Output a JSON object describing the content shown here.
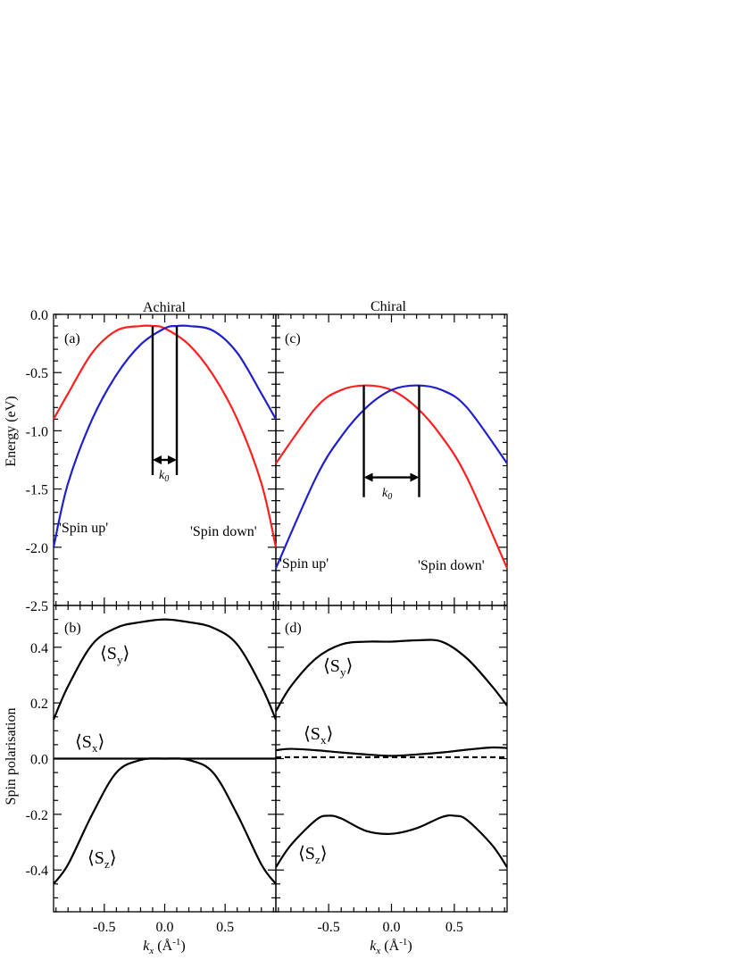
{
  "figure": {
    "col_titles": [
      "Achiral",
      "Chiral"
    ]
  },
  "chart_data": [
    {
      "panel": "(a)",
      "type": "line",
      "ylabel": "Energy (eV)",
      "xlim": [
        -0.92,
        0.92
      ],
      "ylim": [
        -2.5,
        0.0
      ],
      "yticks": [
        0.0,
        -0.5,
        -1.0,
        -1.5,
        -2.0,
        -2.5
      ],
      "ytick_labels": [
        "0.0",
        "-0.5",
        "-1.0",
        "-1.5",
        "-2.0",
        "-2.5"
      ],
      "series": [
        {
          "color": "#ff1f1f",
          "x": [
            -0.92,
            -0.8,
            -0.6,
            -0.4,
            -0.2,
            -0.1,
            0.0,
            0.2,
            0.4,
            0.6,
            0.8,
            0.92
          ],
          "y": [
            -0.9,
            -0.68,
            -0.33,
            -0.14,
            -0.1,
            -0.1,
            -0.12,
            -0.26,
            -0.52,
            -0.9,
            -1.45,
            -2.0
          ]
        },
        {
          "color": "#1f1fcc",
          "x": [
            -0.92,
            -0.8,
            -0.6,
            -0.4,
            -0.2,
            0.0,
            0.1,
            0.2,
            0.4,
            0.6,
            0.8,
            0.92
          ],
          "y": [
            -2.0,
            -1.45,
            -0.9,
            -0.52,
            -0.26,
            -0.12,
            -0.1,
            -0.1,
            -0.14,
            -0.33,
            -0.68,
            -0.9
          ]
        }
      ],
      "k0_markers": {
        "x": [
          -0.1,
          0.1
        ],
        "arrow_y": -1.25,
        "bottom_y": -1.38,
        "label": "k0"
      },
      "annotations": [
        "'Spin up'",
        "'Spin down'"
      ]
    },
    {
      "panel": "(c)",
      "type": "line",
      "xlim": [
        -0.92,
        0.92
      ],
      "ylim": [
        -2.5,
        0.0
      ],
      "series": [
        {
          "color": "#ff1f1f",
          "x": [
            -0.92,
            -0.6,
            -0.4,
            -0.2,
            0.0,
            0.2,
            0.4,
            0.6,
            0.92
          ],
          "y": [
            -1.28,
            -0.8,
            -0.65,
            -0.61,
            -0.65,
            -0.8,
            -1.05,
            -1.4,
            -2.18
          ]
        },
        {
          "color": "#1f1fcc",
          "x": [
            -0.92,
            -0.6,
            -0.4,
            -0.2,
            0.0,
            0.2,
            0.4,
            0.6,
            0.92
          ],
          "y": [
            -2.18,
            -1.4,
            -1.05,
            -0.8,
            -0.65,
            -0.61,
            -0.65,
            -0.8,
            -1.28
          ]
        }
      ],
      "k0_markers": {
        "x": [
          -0.22,
          0.22
        ],
        "arrow_y": -1.4,
        "bottom_y": -1.57,
        "label": "k0"
      },
      "annotations": [
        "'Spin up'",
        "'Spin down'"
      ]
    },
    {
      "panel": "(b)",
      "type": "line",
      "ylabel": "Spin polarisation",
      "xlabel": "kx (Å-1)",
      "xlim": [
        -0.92,
        0.92
      ],
      "ylim": [
        -0.55,
        0.55
      ],
      "yticks": [
        0.4,
        0.2,
        0.0,
        -0.2,
        -0.4
      ],
      "ytick_labels": [
        "0.4",
        "0.2",
        "0.0",
        "-0.2",
        "-0.4"
      ],
      "xticks": [
        -0.5,
        0.0,
        0.5
      ],
      "xtick_labels": [
        "-0.5",
        "0.0",
        "0.5"
      ],
      "series": [
        {
          "name": "Sy",
          "color": "#000000",
          "x": [
            -0.92,
            -0.8,
            -0.6,
            -0.4,
            -0.2,
            0.0,
            0.2,
            0.4,
            0.6,
            0.8,
            0.92
          ],
          "y": [
            0.14,
            0.26,
            0.41,
            0.47,
            0.49,
            0.5,
            0.49,
            0.47,
            0.41,
            0.26,
            0.14
          ]
        },
        {
          "name": "Sx",
          "color": "#000000",
          "x": [
            -0.92,
            0.92
          ],
          "y": [
            0.0,
            0.0
          ]
        },
        {
          "name": "Sz",
          "color": "#000000",
          "x": [
            -0.92,
            -0.8,
            -0.6,
            -0.4,
            -0.2,
            0.0,
            0.2,
            0.4,
            0.6,
            0.8,
            0.92
          ],
          "y": [
            -0.45,
            -0.38,
            -0.2,
            -0.05,
            -0.005,
            0.0,
            -0.005,
            -0.05,
            -0.2,
            -0.38,
            -0.45
          ]
        }
      ],
      "labels": {
        "sy": "⟨S",
        "sy_sub": "y",
        "sx": "⟨S",
        "sx_sub": "x",
        "sz": "⟨S",
        "sz_sub": "z",
        "close": "⟩"
      }
    },
    {
      "panel": "(d)",
      "type": "line",
      "xlabel": "kx (Å-1)",
      "xlim": [
        -0.92,
        0.92
      ],
      "ylim": [
        -0.55,
        0.55
      ],
      "xticks": [
        -0.5,
        0.0,
        0.5
      ],
      "xtick_labels": [
        "-0.5",
        "0.0",
        "0.5"
      ],
      "series": [
        {
          "name": "Sy",
          "color": "#000000",
          "x": [
            -0.92,
            -0.8,
            -0.6,
            -0.4,
            -0.2,
            0.0,
            0.2,
            0.4,
            0.6,
            0.8,
            0.92
          ],
          "y": [
            0.17,
            0.26,
            0.36,
            0.41,
            0.42,
            0.42,
            0.425,
            0.42,
            0.36,
            0.26,
            0.19
          ]
        },
        {
          "name": "Sx",
          "color": "#000000",
          "x": [
            -0.92,
            -0.8,
            -0.6,
            -0.4,
            -0.2,
            0.0,
            0.2,
            0.4,
            0.6,
            0.8,
            0.92
          ],
          "y": [
            0.03,
            0.035,
            0.03,
            0.022,
            0.015,
            0.01,
            0.015,
            0.022,
            0.032,
            0.04,
            0.038
          ]
        },
        {
          "name": "Sx-dashed",
          "color": "#000000",
          "dashed": true,
          "x": [
            -0.92,
            0.92
          ],
          "y": [
            0.005,
            0.005
          ]
        },
        {
          "name": "Sz",
          "color": "#000000",
          "x": [
            -0.92,
            -0.8,
            -0.6,
            -0.5,
            -0.4,
            -0.2,
            0.0,
            0.2,
            0.4,
            0.5,
            0.6,
            0.8,
            0.92
          ],
          "y": [
            -0.39,
            -0.31,
            -0.22,
            -0.205,
            -0.215,
            -0.26,
            -0.27,
            -0.25,
            -0.21,
            -0.205,
            -0.22,
            -0.31,
            -0.39
          ]
        }
      ],
      "labels": {
        "sy": "⟨S",
        "sy_sub": "y",
        "sx": "⟨S",
        "sx_sub": "x",
        "sz": "⟨S",
        "sz_sub": "z",
        "close": "⟩"
      }
    }
  ]
}
